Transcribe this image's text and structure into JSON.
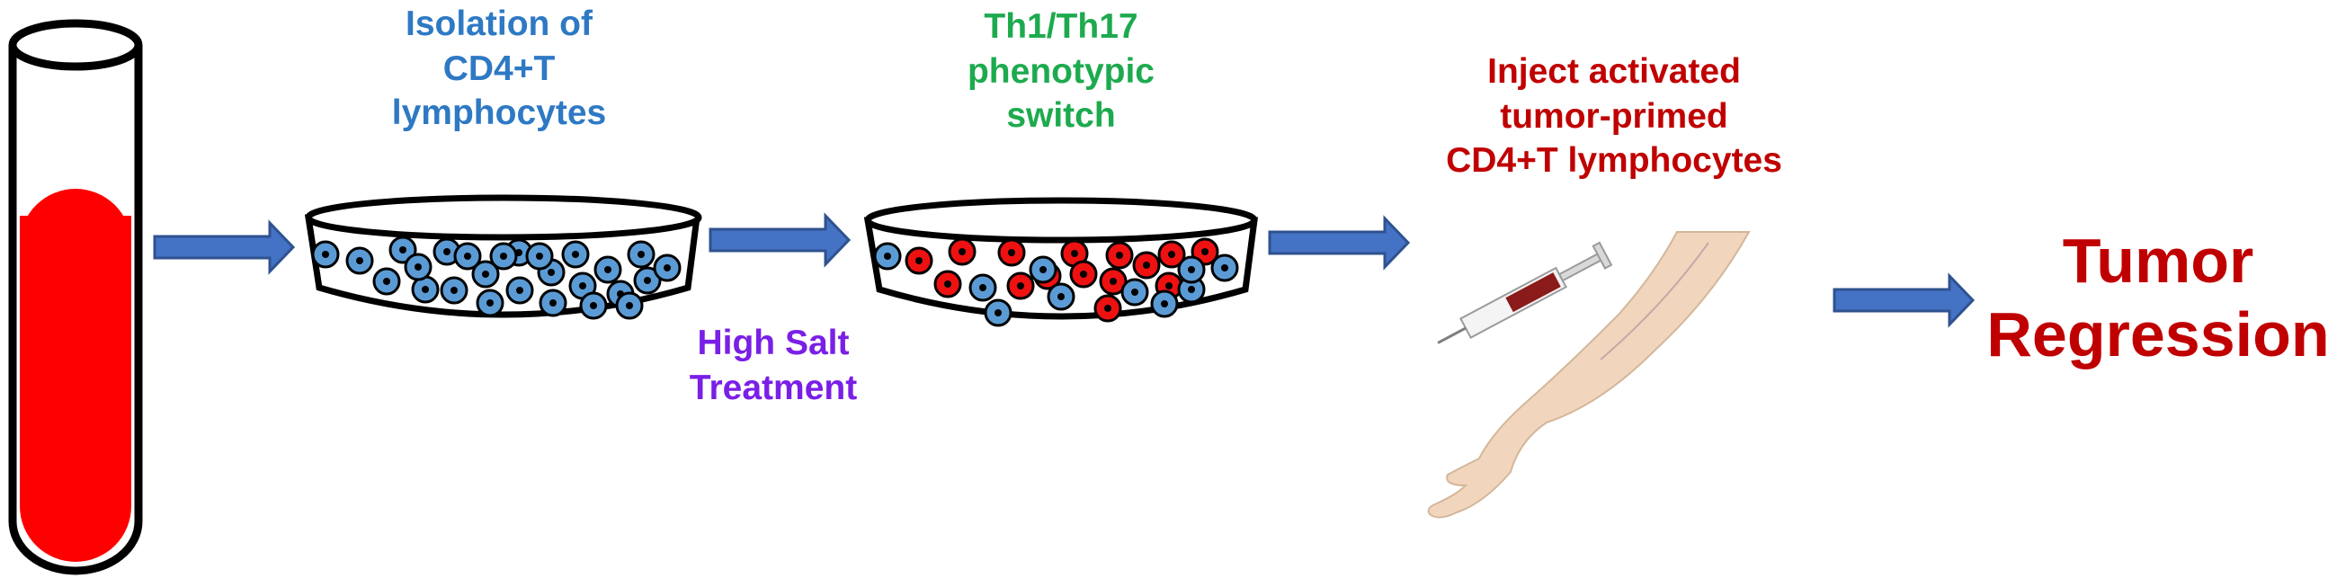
{
  "labels": {
    "isolation": [
      "Isolation of",
      "CD4+T",
      "lymphocytes"
    ],
    "switch": [
      "Th1/Th17",
      "phenotypic",
      "switch"
    ],
    "salt": [
      "High Salt",
      "Treatment"
    ],
    "inject": [
      "Inject activated",
      "tumor-primed",
      "CD4+T lymphocytes"
    ],
    "result": [
      "Tumor",
      "Regression"
    ]
  },
  "colors": {
    "isolation": "#2e79c4",
    "switch": "#1daa4e",
    "salt": "#7a1fe6",
    "inject": "#c00000",
    "result": "#c00000",
    "arrow": "#4472c4",
    "arrow_edge": "#2f528f",
    "blood": "#ff0000",
    "cell_blue": "#5b9bd5",
    "cell_red": "#ee1111",
    "nucleus": "#000000",
    "outline": "#000000",
    "skin": "#f1d6bd",
    "syringe_fill": "#8b1a1a"
  },
  "icons": {
    "tube": "blood-test-tube-icon",
    "dish": "petri-dish-icon",
    "arm": "arm-icon",
    "syringe": "syringe-icon",
    "arrow": "right-arrow-icon"
  },
  "dishes": [
    {
      "name": "dish-isolated-cells",
      "cells": {
        "blue": 26,
        "red": 0
      }
    },
    {
      "name": "dish-switched-cells",
      "cells": {
        "blue": 10,
        "red": 15
      }
    }
  ]
}
